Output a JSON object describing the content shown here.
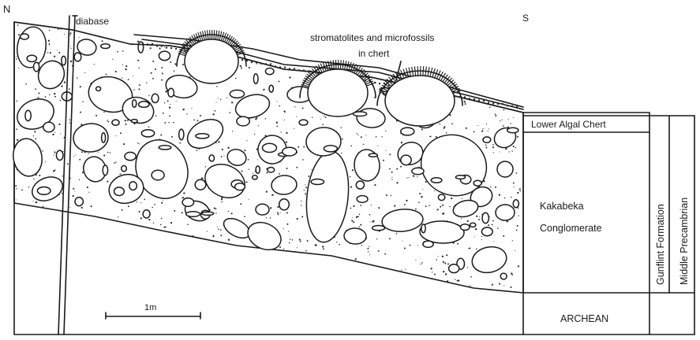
{
  "labels": {
    "north": "N",
    "south": "S",
    "diabase": "diabase",
    "stromatolites_line1": "stromatolites and microfossils",
    "stromatolites_line2": "in chert",
    "lower_algal_chert": "Lower Algal Chert",
    "kakabeka_line1": "Kakabeka",
    "kakabeka_line2": "Conglomerate",
    "gunflint_formation": "Gunflint Formation",
    "middle_precambrian": "Middle Precambrian",
    "archean": "ARCHEAN",
    "scale_bar": "1m"
  },
  "colors": {
    "ink": "#1a1a1a",
    "paper": "#ffffff"
  }
}
